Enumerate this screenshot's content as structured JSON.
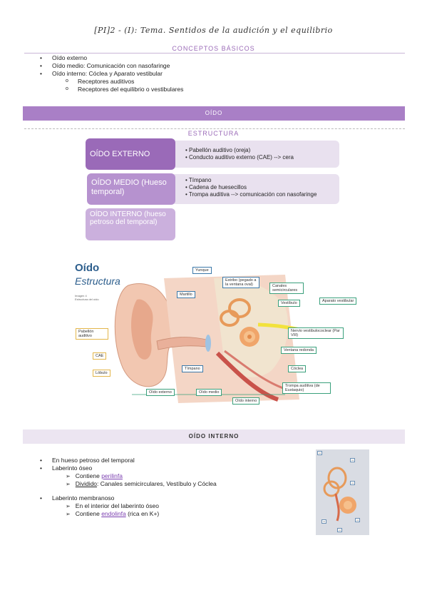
{
  "header": {
    "title": "[PI]2 - (I): Tema. Sentidos de la audición y el equilibrio"
  },
  "conceptos": {
    "heading": "CONCEPTOS BÁSICOS",
    "items": [
      "Oído externo",
      "Oído medio: Comunicación con nasofaringe",
      "Oído interno: Cóclea y Aparato vestibular"
    ],
    "subitems": [
      "Receptores auditivos",
      "Receptores del equilibrio o vestibulares"
    ]
  },
  "band_oido": "OÍDO",
  "estructura": {
    "heading": "ESTRUCTURA",
    "externo": {
      "label": "OÍDO EXTERNO",
      "lines": [
        "• Pabellón auditivo (oreja)",
        "• Conducto auditivo externo (CAE) --> cera"
      ]
    },
    "medio": {
      "label": "OÍDO MEDIO (Hueso temporal)",
      "lines": [
        "• Tímpano",
        "• Cadena de huesecillos",
        "• Trompa auditiva --> comunicación con nasofaringe"
      ]
    },
    "interno": {
      "label": "OÍDO INTERNO (hueso petroso del temporal)"
    }
  },
  "figure": {
    "title": "Oído",
    "subtitle": "Estructura",
    "caption1": "Imagen 4",
    "caption2": "Estructura del oído",
    "labels": {
      "yunque": "Yunque",
      "estribo": "Estribo (pegado a la ventana oval)",
      "canales": "Canales semicirculares",
      "vestibulo": "Vestíbulo",
      "aparato": "Aparato vestibular",
      "martillo": "Martillo",
      "pabellon": "Pabellón auditivo",
      "nervio": "Nervio vestibulococlear (Par VIII)",
      "cae": "CAE",
      "ventana": "Ventana redonda",
      "lobulo": "Lóbulo",
      "timpano": "Tímpano",
      "coclea": "Cóclea",
      "trompa": "Trompa auditiva (de Eustaquio)",
      "o_externo": "Oído externo",
      "o_medio": "Oído medio",
      "o_interno": "Oído interno"
    }
  },
  "band_interno": "OÍDO INTERNO",
  "interno": {
    "items": [
      "En hueso petroso del temporal",
      "Laberinto óseo"
    ],
    "oseo_contiene": "Contiene ",
    "perilinfa": "perilinfa",
    "dividido": "Dividido",
    "dividido_rest": ": Canales semicirculares, Vestíbulo y Cóclea",
    "membranoso": "Laberinto membranoso",
    "memb_sub1": "En el interior del laberinto óseo",
    "memb_contiene": "Contiene ",
    "endolinfa": "endolinfa",
    "endolinfa_rest": " (rica en K+)"
  },
  "colors": {
    "accent": "#a97fc6",
    "box_dark": "#9a6ab8",
    "box_light": "#c3a6d6",
    "box_bg": "#e9e1ef"
  }
}
